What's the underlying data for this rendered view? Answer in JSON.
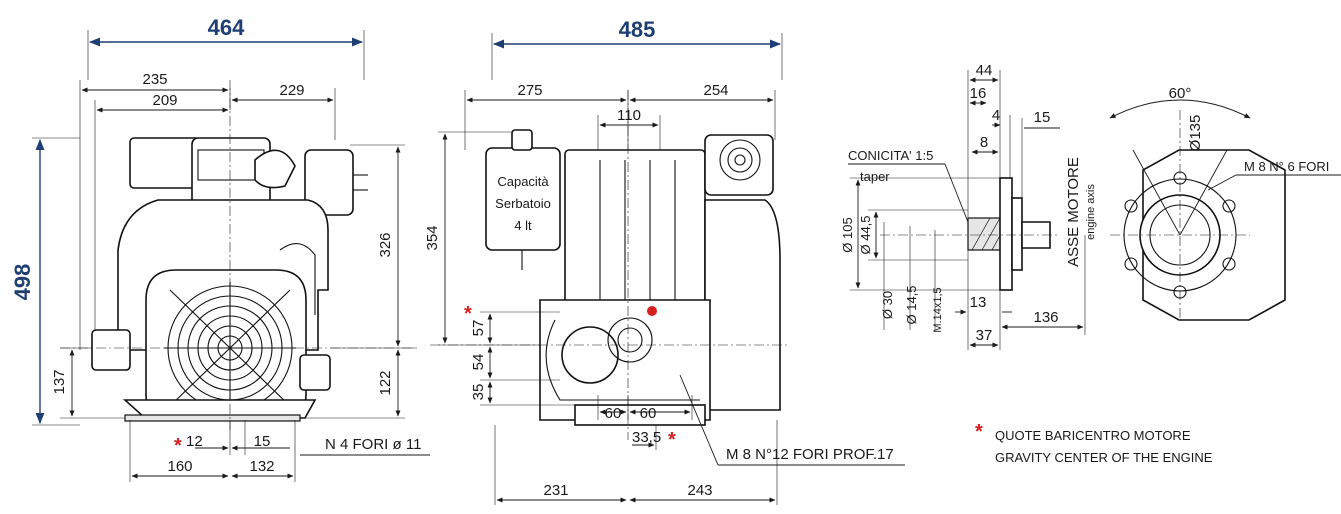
{
  "colors": {
    "overall_dimension": "#1f3f73",
    "line": "#1a1a1a",
    "center_of_gravity_marker": "#d42020"
  },
  "front_view": {
    "overall_width": "464",
    "overall_height": "498",
    "width_left_outer": "235",
    "width_left_inner": "209",
    "width_right": "229",
    "height_upper": "326",
    "height_lower": "122",
    "base_height": "137",
    "foot_offset_left": "12",
    "foot_offset_right": "15",
    "foot_span_left": "160",
    "foot_span_right": "132",
    "mount_holes": "N 4 FORI ø 11"
  },
  "side_view": {
    "overall_width": "485",
    "width_left": "275",
    "width_right": "254",
    "top_span": "110",
    "tank_height": "354",
    "tank_label_line1": "Capacità",
    "tank_label_line2": "Serbatoio",
    "tank_label_line3": "4 lt",
    "cog_height": "57",
    "height_54": "54",
    "height_35": "35",
    "bolt_spacing_left": "60",
    "bolt_spacing_right": "60",
    "cog_offset": "33,5",
    "base_left": "231",
    "base_right": "243",
    "flange_holes": "M 8 N°12 FORI PROF.17"
  },
  "shaft_detail": {
    "dim_44": "44",
    "dim_16": "16",
    "dim_4": "4",
    "dim_15": "15",
    "dim_8": "8",
    "taper_label": "CONICITA' 1:5",
    "taper_label_en": "taper",
    "dia_105": "Ø 105",
    "dia_44_5": "Ø 44,5",
    "dia_30": "Ø 30",
    "dia_14_5": "Ø 14,5",
    "thread": "M.14x1,5",
    "dim_13": "13",
    "dim_37": "37",
    "dim_136": "136",
    "axis_label": "ASSE MOTORE",
    "axis_label_en": "engine axis"
  },
  "flange_detail": {
    "angle": "60°",
    "bolt_circle": "Ø135",
    "holes": "M 8 N° 6 FORI"
  },
  "legend": {
    "marker": "*",
    "line1": "QUOTE BARICENTRO MOTORE",
    "line2": "GRAVITY CENTER OF THE ENGINE"
  }
}
